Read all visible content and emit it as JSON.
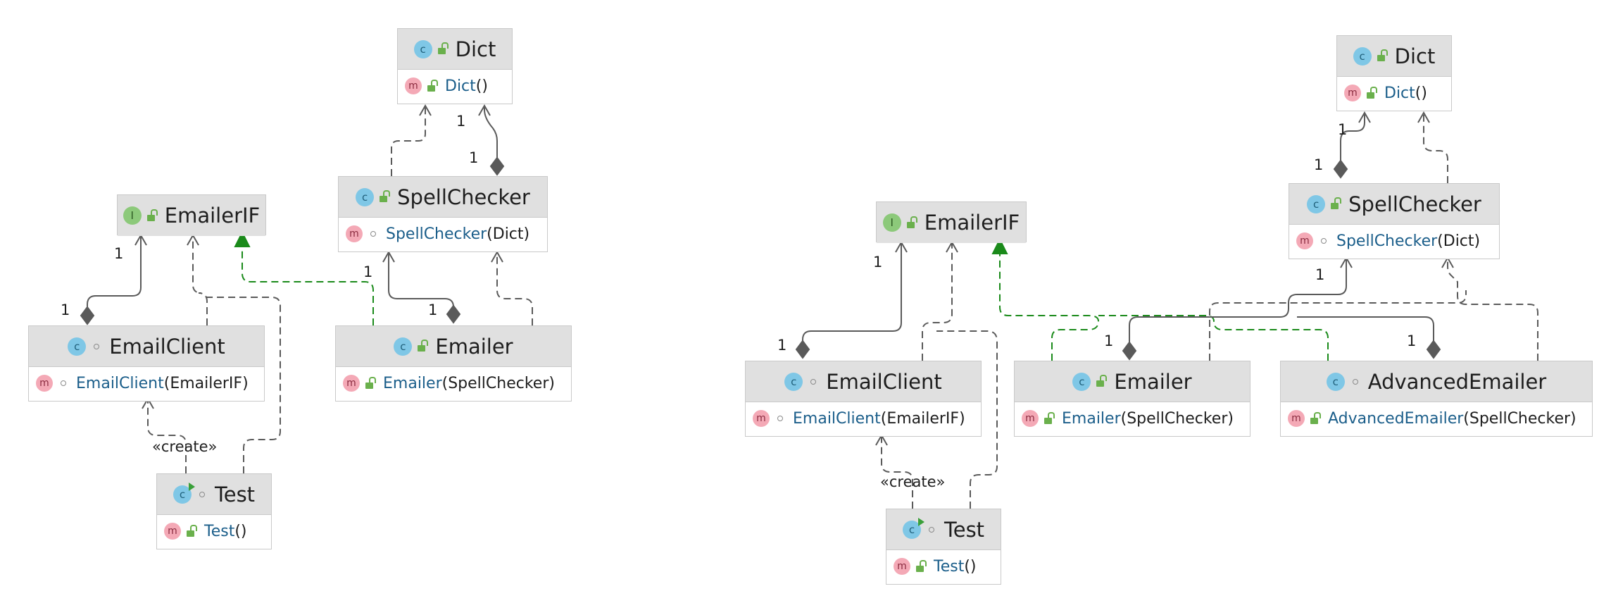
{
  "colors": {
    "line": "#5a5a5a",
    "realization": "#1a8a1a",
    "header_bg": "#e0e0e0",
    "method_name": "#1b5e8a"
  },
  "left_diagram": {
    "nodes": {
      "dict": {
        "kind": "C",
        "title": "Dict",
        "method": "Dict",
        "params": "()"
      },
      "spellchecker": {
        "kind": "C",
        "title": "SpellChecker",
        "method": "SpellChecker",
        "params": "(Dict)"
      },
      "emailerif": {
        "kind": "I",
        "title": "EmailerIF"
      },
      "emailclient": {
        "kind": "C",
        "title": "EmailClient",
        "method": "EmailClient",
        "params": "(EmailerIF)"
      },
      "emailer": {
        "kind": "C",
        "title": "Emailer",
        "method": "Emailer",
        "params": "(SpellChecker)"
      },
      "test": {
        "kind": "C",
        "title": "Test",
        "method": "Test",
        "params": "()"
      }
    },
    "labels": {
      "dict_mult_1": "1",
      "sc_mult_1": "1",
      "eif_mult_1": "1",
      "ec_mult_1": "1",
      "sc2_mult_1": "1",
      "emailer_mult_1": "1",
      "create": "«create»"
    }
  },
  "right_diagram": {
    "nodes": {
      "dict": {
        "kind": "C",
        "title": "Dict",
        "method": "Dict",
        "params": "()"
      },
      "spellchecker": {
        "kind": "C",
        "title": "SpellChecker",
        "method": "SpellChecker",
        "params": "(Dict)"
      },
      "emailerif": {
        "kind": "I",
        "title": "EmailerIF"
      },
      "emailclient": {
        "kind": "C",
        "title": "EmailClient",
        "method": "EmailClient",
        "params": "(EmailerIF)"
      },
      "emailer": {
        "kind": "C",
        "title": "Emailer",
        "method": "Emailer",
        "params": "(SpellChecker)"
      },
      "advancedemailer": {
        "kind": "C",
        "title": "AdvancedEmailer",
        "method": "AdvancedEmailer",
        "params": "(SpellChecker)"
      },
      "test": {
        "kind": "C",
        "title": "Test",
        "method": "Test",
        "params": "()"
      }
    },
    "labels": {
      "dict_mult_1": "1",
      "sc_mult_1": "1",
      "eif_mult_1": "1",
      "ec_mult_1": "1",
      "sc2_mult_1": "1",
      "emailer_mult_1": "1",
      "adv_mult_1": "1",
      "create": "«create»"
    }
  }
}
